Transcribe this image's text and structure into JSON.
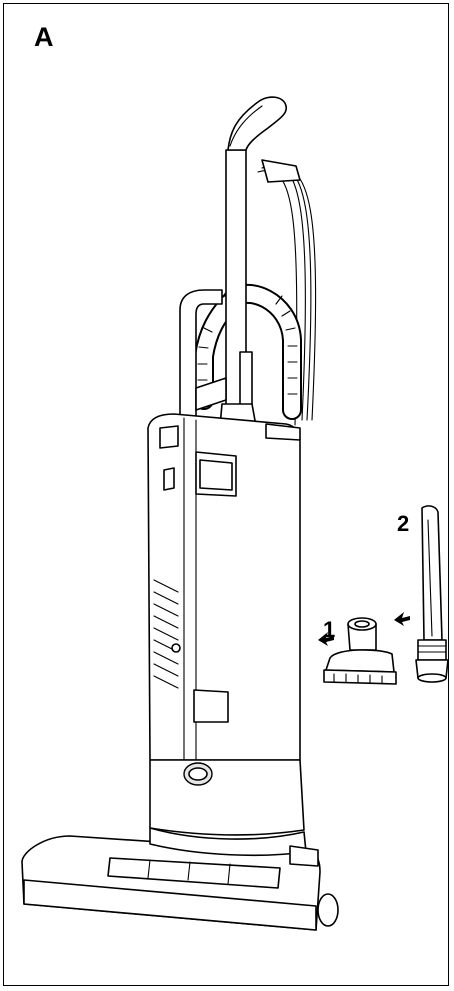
{
  "figure": {
    "panel_label": "A",
    "callouts": [
      {
        "label": "1",
        "part": "upholstery-nozzle"
      },
      {
        "label": "2",
        "part": "crevice-tool"
      }
    ]
  }
}
